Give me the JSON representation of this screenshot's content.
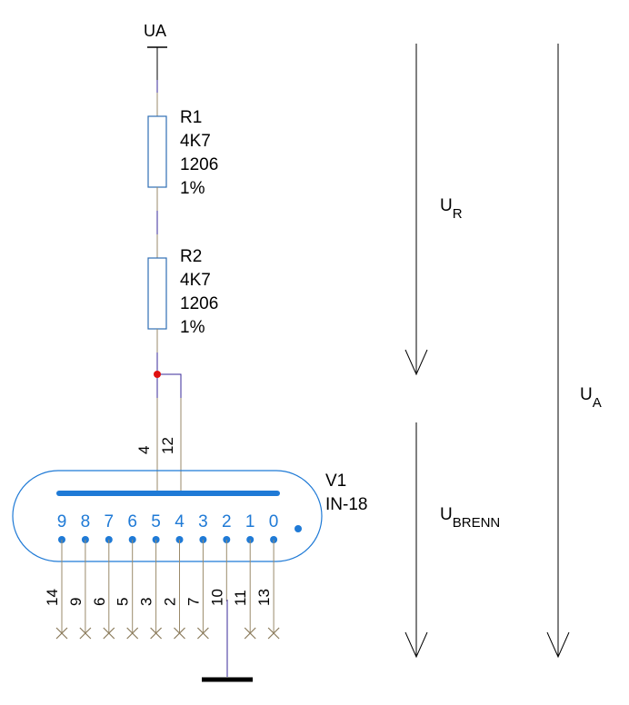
{
  "supply": {
    "label": "UA"
  },
  "resistors": [
    {
      "ref": "R1",
      "value": "4K7",
      "package": "1206",
      "tolerance": "1%"
    },
    {
      "ref": "R2",
      "value": "4K7",
      "package": "1206",
      "tolerance": "1%"
    }
  ],
  "tube": {
    "ref": "V1",
    "type": "IN-18",
    "digits": [
      "9",
      "8",
      "7",
      "6",
      "5",
      "4",
      "3",
      "2",
      "1",
      "0"
    ],
    "anode_pins": [
      "4",
      "12"
    ],
    "cathode_pins": [
      "14",
      "9",
      "6",
      "5",
      "3",
      "2",
      "7",
      "10",
      "11",
      "13"
    ]
  },
  "voltages": {
    "ur": {
      "main": "U",
      "sub": "R"
    },
    "ubrenn": {
      "main": "U",
      "sub": "BRENN"
    },
    "ua": {
      "main": "U",
      "sub": "A"
    }
  },
  "colors": {
    "wire": "#9a8a6a",
    "component": "#2f6fb5",
    "tube": "#1f7ad6",
    "net": "#3a2a9a",
    "junction": "#e01010",
    "noconnect": "#8a7a5a"
  }
}
